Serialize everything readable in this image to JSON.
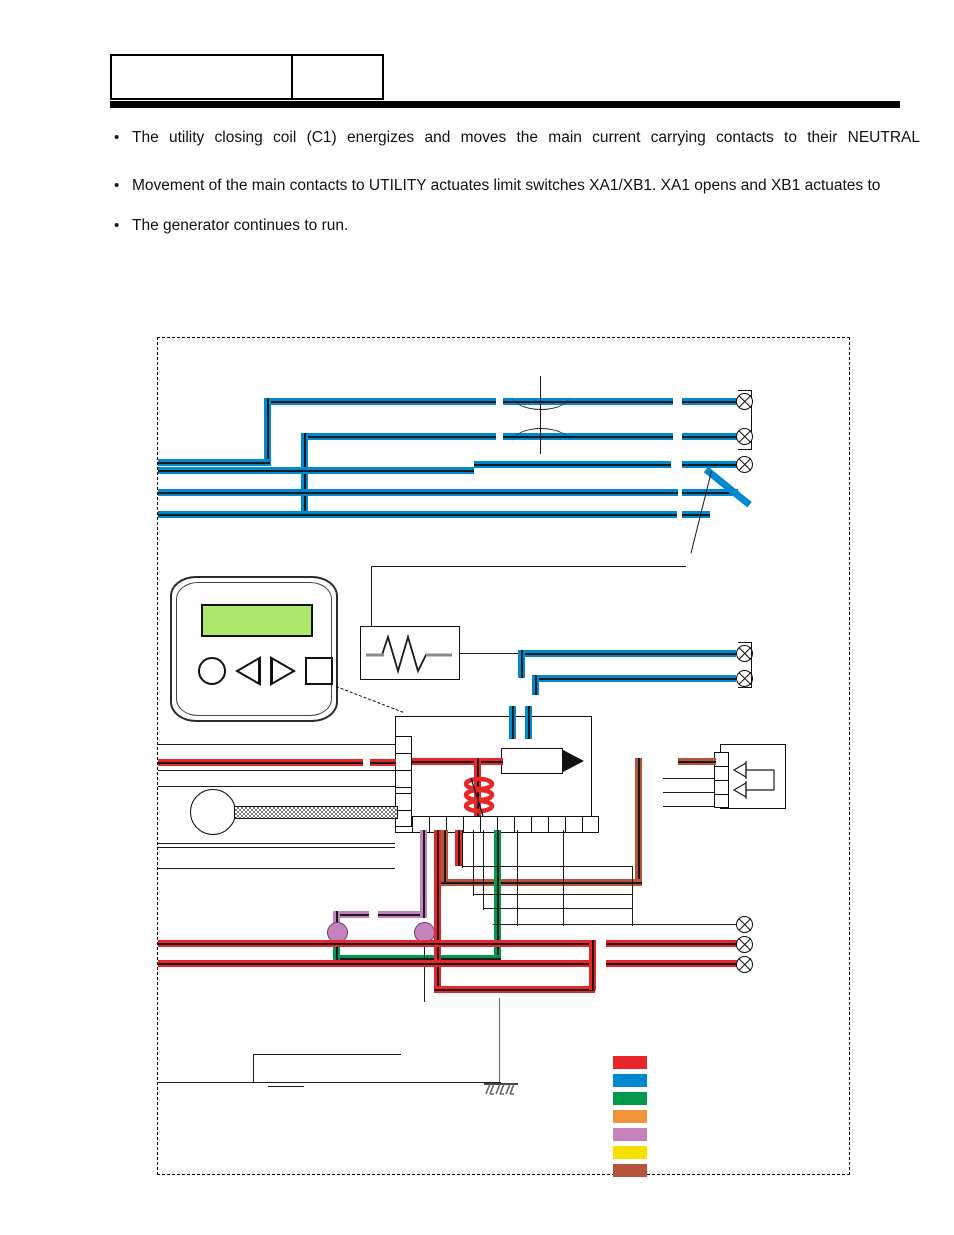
{
  "document": {
    "header": {
      "cells": [
        "",
        ""
      ],
      "rule": true
    },
    "bullets": [
      {
        "id": "bullet-1",
        "text": "The utility closing coil (C1) energizes and moves the main current carrying contacts to their NEUTRAL",
        "justified": true
      },
      {
        "id": "bullet-2",
        "text": "Movement of the main contacts to UTILITY actuates limit switches XA1/XB1. XA1 opens and XB1 actuates to",
        "justified": false
      },
      {
        "id": "bullet-3",
        "text": "The generator continues to run.",
        "justified": false
      }
    ]
  },
  "diagram": {
    "title": "transfer-switch-wiring-schematic",
    "border_style": "dashed",
    "controller": {
      "display_color": "#aee86b",
      "buttons": [
        {
          "name": "circle-button",
          "shape": "circle"
        },
        {
          "name": "left-arrow-button",
          "shape": "triangle-left"
        },
        {
          "name": "right-arrow-button",
          "shape": "triangle-right"
        },
        {
          "name": "square-button",
          "shape": "square"
        }
      ]
    },
    "symbols": {
      "coil": "resistor-coil-zigzag",
      "breaker": "double-arc-circuit-breaker",
      "ground": "earth-ground",
      "relay": "relay-diode-block",
      "solenoid": "red-coil-solenoid",
      "actuator": "motor-actuator-box-with-arrow"
    },
    "terminal_count": {
      "top_right": 3,
      "mid_right": 2,
      "bottom_right": 3
    },
    "legend": {
      "swatches": [
        {
          "name": "legend-red",
          "color": "#e8262a"
        },
        {
          "name": "legend-blue",
          "color": "#0089cf"
        },
        {
          "name": "legend-green",
          "color": "#00994d"
        },
        {
          "name": "legend-orange",
          "color": "#f0943c"
        },
        {
          "name": "legend-purple",
          "color": "#c583bd"
        },
        {
          "name": "legend-yellow",
          "color": "#f5e000"
        },
        {
          "name": "legend-brown",
          "color": "#b4543a"
        }
      ]
    },
    "wire_colors": {
      "blue": "#0089cf",
      "red": "#e8262a",
      "green": "#00994d",
      "brown": "#b4543a",
      "purple": "#c583bd",
      "black": "#1a1a1a"
    }
  }
}
